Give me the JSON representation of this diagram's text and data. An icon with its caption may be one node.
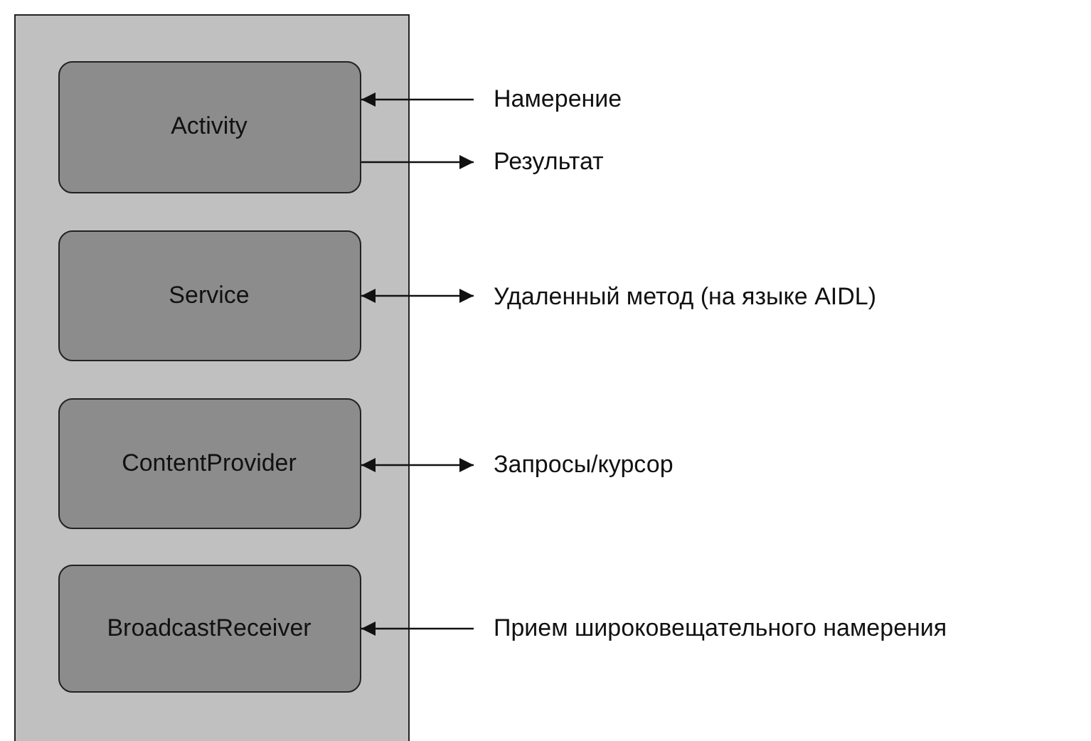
{
  "diagram": {
    "nodes": [
      {
        "text": [],
        "shape": "box"
      },
      {
        "text": [
          "Activity"
        ],
        "in": 0
      },
      {
        "text": [
          "Service"
        ],
        "in": 0
      },
      {
        "text": [
          "ContentProvider"
        ],
        "in": 0
      },
      {
        "text": [
          "BroadcastReceiver"
        ],
        "in": 0
      },
      {
        "text": [
          "Намерение"
        ]
      },
      {
        "text": [
          "Результат"
        ]
      },
      {
        "text": [
          "Удаленный метод (на языке AIDL)"
        ]
      },
      {
        "text": [
          "Запросы/курсор"
        ]
      },
      {
        "text": [
          "Прием широковещательного намерения"
        ]
      }
    ],
    "edges": [
      {
        "from": 5,
        "to": 1,
        "arrow": "to"
      },
      {
        "from": 1,
        "to": 6,
        "arrow": "to"
      },
      {
        "from": 2,
        "to": 7,
        "arrow": "both"
      },
      {
        "from": 3,
        "to": 8,
        "arrow": "both"
      },
      {
        "from": 9,
        "to": 4,
        "arrow": "to"
      }
    ]
  }
}
